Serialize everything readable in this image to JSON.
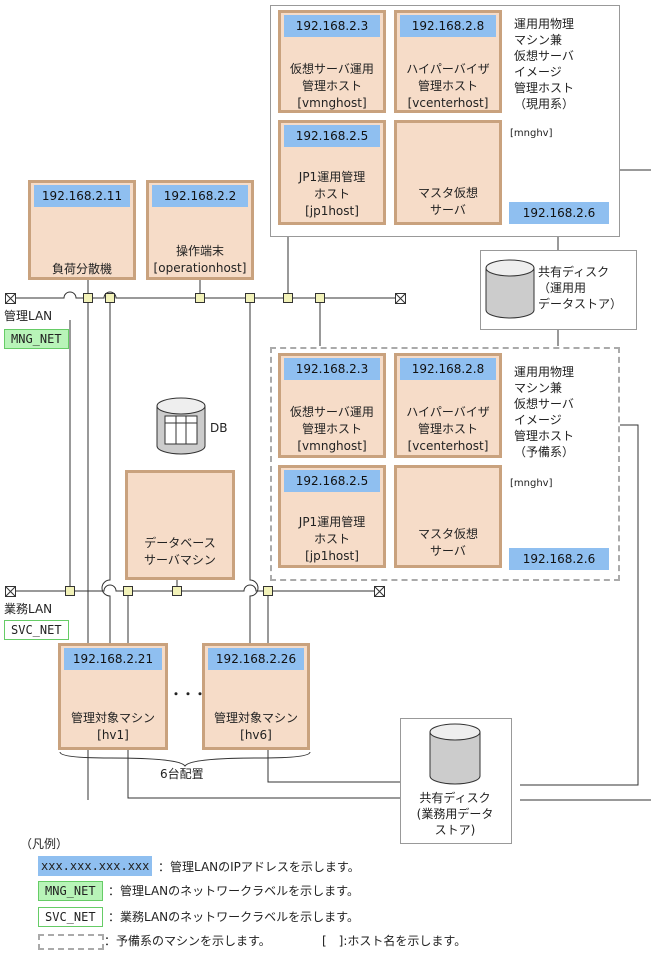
{
  "primary_group": {
    "hosts": [
      {
        "ip": "192.168.2.3",
        "name": "仮想サーバ運用\n管理ホスト\n[vmnghost]"
      },
      {
        "ip": "192.168.2.8",
        "name": "ハイパーバイザ\n管理ホスト\n[vcenterhost]"
      },
      {
        "ip": "192.168.2.5",
        "name": "JP1運用管理\nホスト\n[jp1host]"
      },
      {
        "ip": "",
        "name": "マスタ仮想\nサーバ"
      }
    ],
    "description": "運用用物理\nマシン兼\n仮想サーバ\nイメージ\n管理ホスト\n（現用系）",
    "hostname": "[mnghv]",
    "ip": "192.168.2.6"
  },
  "standby_group": {
    "hosts": [
      {
        "ip": "192.168.2.3",
        "name": "仮想サーバ運用\n管理ホスト\n[vmnghost]"
      },
      {
        "ip": "192.168.2.8",
        "name": "ハイパーバイザ\n管理ホスト\n[vcenterhost]"
      },
      {
        "ip": "192.168.2.5",
        "name": "JP1運用管理\nホスト\n[jp1host]"
      },
      {
        "ip": "",
        "name": "マスタ仮想\nサーバ"
      }
    ],
    "description": "運用用物理\nマシン兼\n仮想サーバ\nイメージ\n管理ホスト\n（予備系）",
    "hostname": "[mnghv]",
    "ip": "192.168.2.6"
  },
  "load_balancer": {
    "ip": "192.168.2.11",
    "name": "負荷分散機"
  },
  "operation_terminal": {
    "ip": "192.168.2.2",
    "name": "操作端末\n[operationhost]"
  },
  "shared_disk_ops": "共有ディスク\n（運用用\nデータストア）",
  "db_label": "DB",
  "db_server": "データベース\nサーバマシン",
  "mgmt_lan": {
    "label": "管理LAN",
    "net": "MNG_NET"
  },
  "svc_lan": {
    "label": "業務LAN",
    "net": "SVC_NET"
  },
  "targets": [
    {
      "ip": "192.168.2.21",
      "name": "管理対象マシン\n[hv1]"
    },
    {
      "ip": "192.168.2.26",
      "name": "管理対象マシン\n[hv6]"
    }
  ],
  "ellipsis": "・・・",
  "six_units": "6台配置",
  "shared_disk_biz": "共有ディスク\n(業務用データ\nストア)",
  "legend": {
    "title": "（凡例）",
    "ip_sample": "xxx.xxx.xxx.xxx",
    "ip_desc": "：管理LANのIPアドレスを示します。",
    "mng_sample": "MNG_NET",
    "mng_desc": "：管理LANのネットワークラベルを示します。",
    "svc_sample": "SVC_NET",
    "svc_desc": "：業務LANのネットワークラベルを示します。",
    "standby_desc": "：予備系のマシンを示します。",
    "host_desc": "[　]:ホスト名を示します。"
  }
}
